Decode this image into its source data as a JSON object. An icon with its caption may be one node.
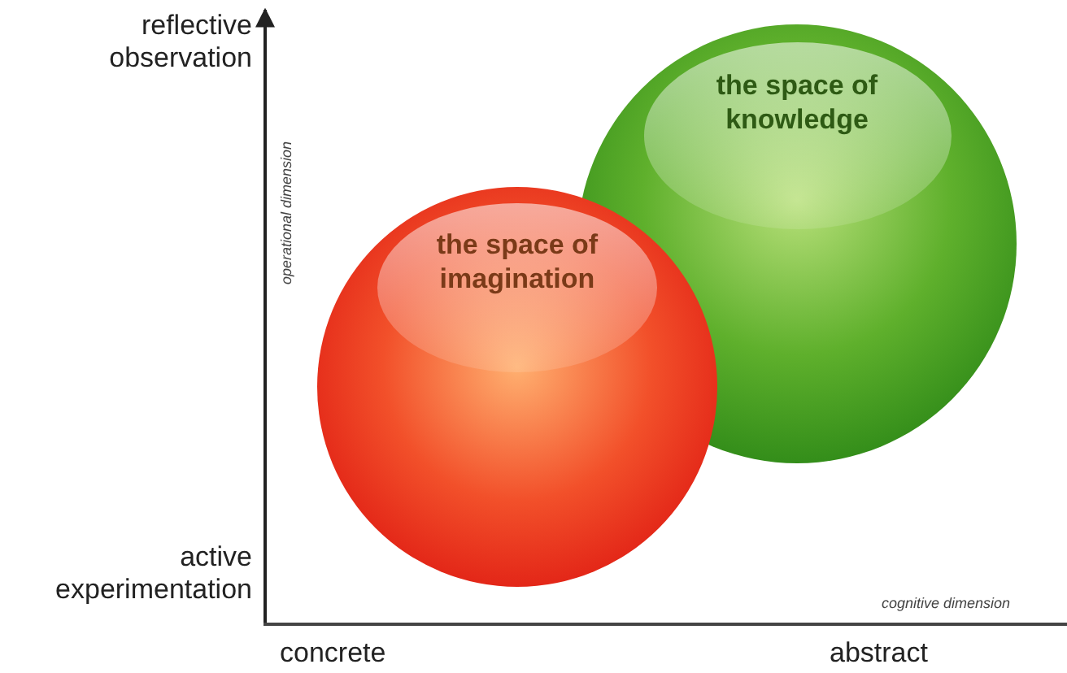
{
  "diagram": {
    "nodes": [
      {
        "text": [
          "the space of knowledge"
        ]
      },
      {
        "text": [
          "the space of imagination"
        ]
      }
    ],
    "labels": [
      "reflective observation",
      "operational dimension",
      "active experimentation",
      "cognitive dimension",
      "concrete",
      "abstract"
    ]
  }
}
